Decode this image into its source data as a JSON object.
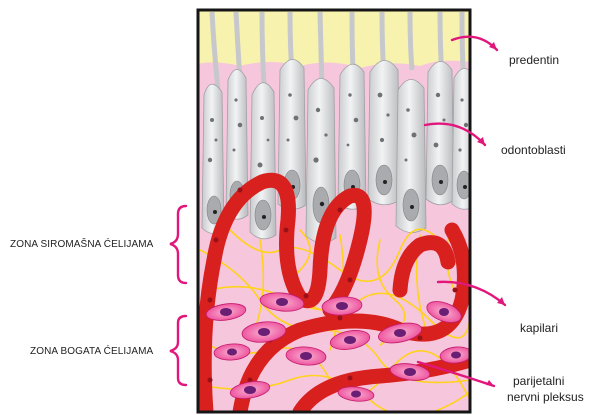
{
  "labels": {
    "predentin": "predentin",
    "odontoblasti": "odontoblasti",
    "kapilari": "kapilari",
    "parijetalni_line1": "parijetalni",
    "parijetalni_line2": "nervni pleksus",
    "zona_siromasna": "ZONA SIROMAŠNA ĆELIJAMA",
    "zona_bogata": "ZONA BOGATA ĆELIJAMA"
  },
  "colors": {
    "predentin": "#f7f2ae",
    "pulp": "#f6c6dd",
    "odontoblast": "#e6e7e9",
    "odontoblast_shadow": "#bfc1c4",
    "vessel": "#d8201e",
    "nerve": "#ffd21c",
    "cell": "#ee4d9a",
    "cell_light": "#f8b2d3",
    "nucleus": "#6b1f74",
    "arrow": "#e1177c",
    "outline": "#151515"
  },
  "icons": [
    "curved-arrow-icon",
    "brace-icon"
  ]
}
